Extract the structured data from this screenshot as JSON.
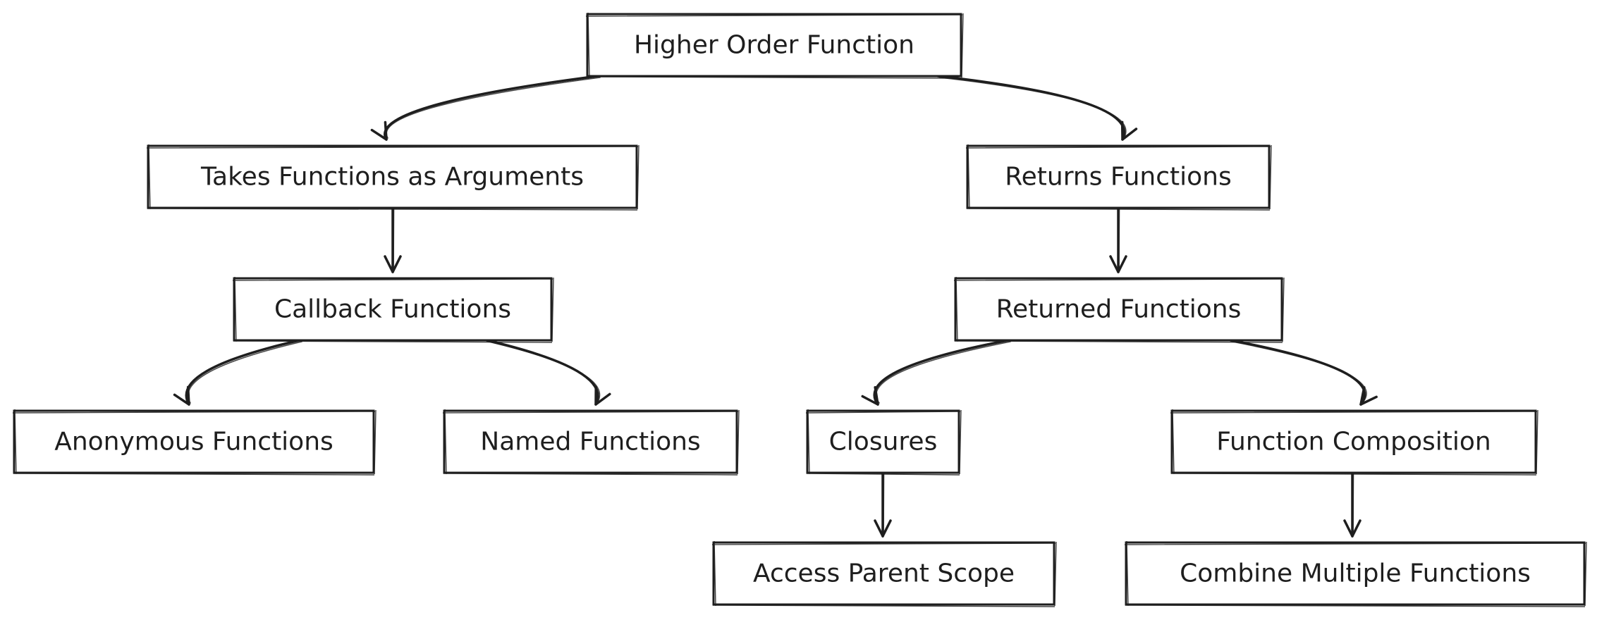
{
  "diagram": {
    "type": "hierarchy-flowchart",
    "style": "hand-drawn",
    "nodes": [
      {
        "id": "hof",
        "label": "Higher Order Function"
      },
      {
        "id": "takes",
        "label": "Takes Functions as Arguments"
      },
      {
        "id": "returns",
        "label": "Returns Functions"
      },
      {
        "id": "callback",
        "label": "Callback Functions"
      },
      {
        "id": "returned",
        "label": "Returned Functions"
      },
      {
        "id": "anonymous",
        "label": "Anonymous Functions"
      },
      {
        "id": "named",
        "label": "Named Functions"
      },
      {
        "id": "closures",
        "label": "Closures"
      },
      {
        "id": "composition",
        "label": "Function Composition"
      },
      {
        "id": "parent_scope",
        "label": "Access Parent Scope"
      },
      {
        "id": "combine",
        "label": "Combine Multiple Functions"
      }
    ],
    "edges": [
      {
        "from": "hof",
        "to": "takes"
      },
      {
        "from": "hof",
        "to": "returns"
      },
      {
        "from": "takes",
        "to": "callback"
      },
      {
        "from": "returns",
        "to": "returned"
      },
      {
        "from": "callback",
        "to": "anonymous"
      },
      {
        "from": "callback",
        "to": "named"
      },
      {
        "from": "returned",
        "to": "closures"
      },
      {
        "from": "returned",
        "to": "composition"
      },
      {
        "from": "closures",
        "to": "parent_scope"
      },
      {
        "from": "composition",
        "to": "combine"
      }
    ],
    "colors": {
      "stroke": "#1e1e1e",
      "fill": "#ffffff",
      "background": "#ffffff"
    }
  }
}
